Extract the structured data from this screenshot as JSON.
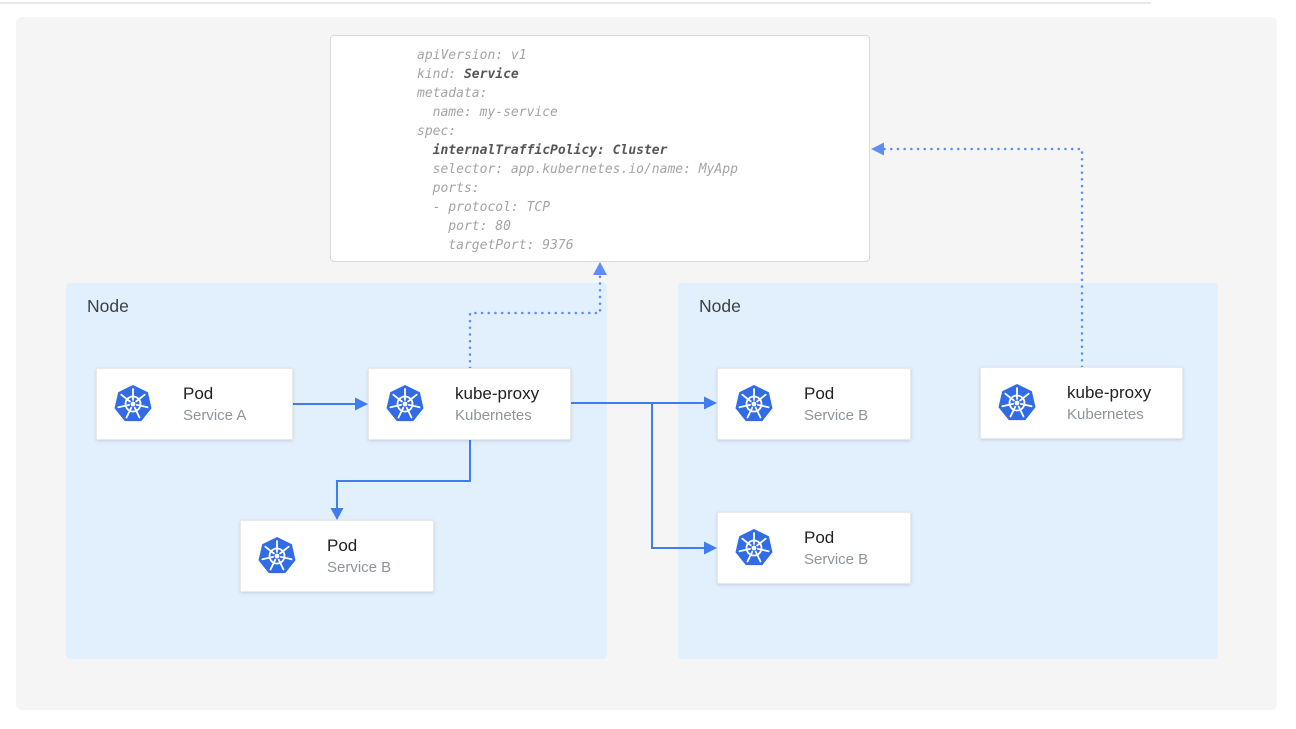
{
  "colors": {
    "arrow_solid": "#3e7cf0",
    "arrow_dotted": "#5e8ef5",
    "kubernetes_blue": "#326ce5",
    "node_bg": "#e2f0fd"
  },
  "yaml": {
    "lines": [
      {
        "segments": [
          {
            "text": "apiVersion: v1",
            "bold": false
          }
        ]
      },
      {
        "segments": [
          {
            "text": "kind: ",
            "bold": false
          },
          {
            "text": "Service",
            "bold": true
          }
        ]
      },
      {
        "segments": [
          {
            "text": "metadata:",
            "bold": false
          }
        ]
      },
      {
        "segments": [
          {
            "text": "  name: my-service",
            "bold": false
          }
        ]
      },
      {
        "segments": [
          {
            "text": "spec:",
            "bold": false
          }
        ]
      },
      {
        "segments": [
          {
            "text": "  ",
            "bold": false
          },
          {
            "text": "internalTrafficPolicy: Cluster",
            "bold": true
          }
        ]
      },
      {
        "segments": [
          {
            "text": "  selector: app.kubernetes.io/name: MyApp",
            "bold": false
          }
        ]
      },
      {
        "segments": [
          {
            "text": "  ports:",
            "bold": false
          }
        ]
      },
      {
        "segments": [
          {
            "text": "  - protocol: TCP",
            "bold": false
          }
        ]
      },
      {
        "segments": [
          {
            "text": "    port: 80",
            "bold": false
          }
        ]
      },
      {
        "segments": [
          {
            "text": "    targetPort: 9376",
            "bold": false
          }
        ]
      }
    ]
  },
  "nodes": [
    {
      "label": "Node"
    },
    {
      "label": "Node"
    }
  ],
  "cards": [
    {
      "title": "Pod",
      "subtitle": "Service A"
    },
    {
      "title": "kube-proxy",
      "subtitle": "Kubernetes"
    },
    {
      "title": "Pod",
      "subtitle": "Service B"
    },
    {
      "title": "Pod",
      "subtitle": "Service B"
    },
    {
      "title": "Pod",
      "subtitle": "Service B"
    },
    {
      "title": "kube-proxy",
      "subtitle": "Kubernetes"
    }
  ]
}
